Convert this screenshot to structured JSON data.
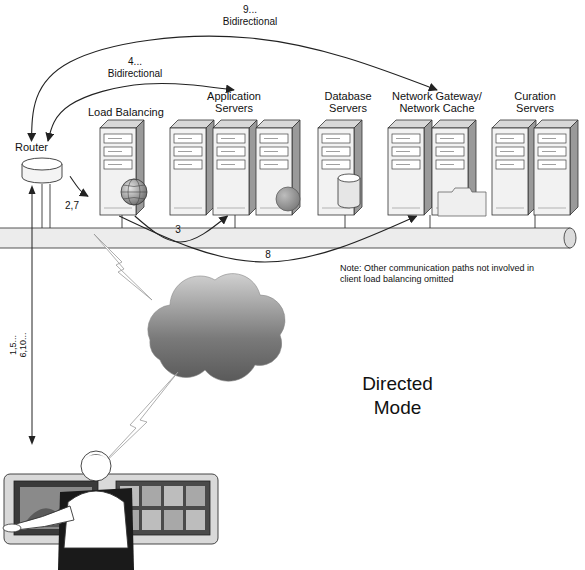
{
  "diagram": {
    "nodes": [
      {
        "text": [
          "Router"
        ]
      },
      {
        "text": [
          "Load Balancing"
        ]
      },
      {
        "text": [
          "Application Servers"
        ]
      },
      {
        "text": [
          "Database Servers"
        ]
      },
      {
        "text": [
          "Network Gateway/ Network Cache"
        ]
      },
      {
        "text": [
          "Curation Servers"
        ]
      }
    ],
    "edges": [
      {
        "from": 0,
        "to": 4,
        "label": "9... Bidirectional",
        "arrow": "both"
      },
      {
        "from": 0,
        "to": 2,
        "label": "4... Bidirectional",
        "arrow": "both"
      },
      {
        "from": 0,
        "to": 1,
        "label": "2,7",
        "arrow": "to"
      },
      {
        "from": 1,
        "to": 2,
        "label": "3",
        "arrow": "to"
      },
      {
        "from": 1,
        "to": 4,
        "label": "8",
        "arrow": "to"
      }
    ],
    "labels": [
      "Note: Other communication paths not involved in client load balancing omitted",
      "1,5... 6,10...",
      "Directed Mode"
    ]
  }
}
